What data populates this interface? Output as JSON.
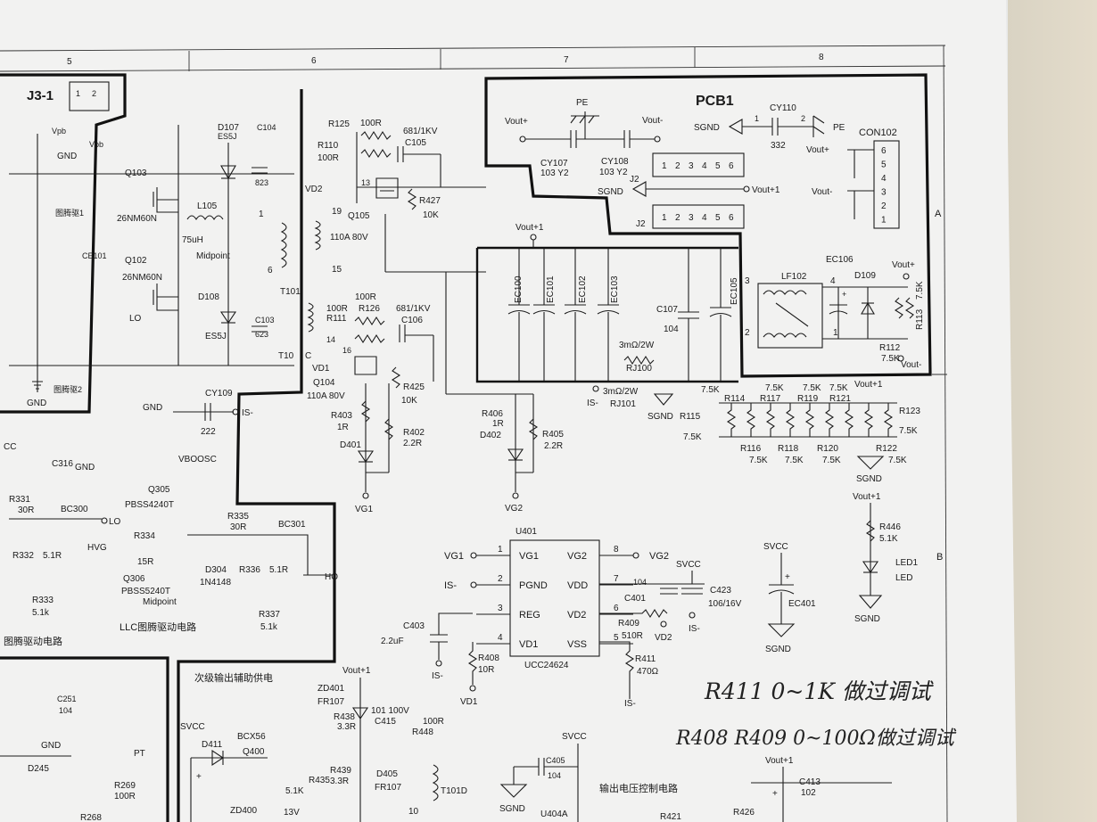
{
  "grid": {
    "columns": [
      "5",
      "6",
      "7",
      "8"
    ],
    "rows": [
      "A",
      "B"
    ]
  },
  "pcb": {
    "title": "PCB1"
  },
  "connectors": {
    "j3": "J3-1",
    "j2_top": "J2",
    "j2_bottom": "J2",
    "con102": "CON102",
    "j2_pins": [
      "1",
      "2",
      "3",
      "4",
      "5",
      "6"
    ],
    "con_pins": [
      "6",
      "5",
      "4",
      "3",
      "2",
      "1"
    ]
  },
  "nets": {
    "vout_plus": "Vout+",
    "vout_minus": "Vout-",
    "vout_plus1": "Vout+1",
    "sgnd": "SGND",
    "pe": "PE",
    "gnd": "GND",
    "svcc": "SVCC",
    "vboosc": "VBOOSC",
    "vg1": "VG1",
    "vg2": "VG2",
    "vd1": "VD1",
    "vd2": "VD2",
    "is_minus": "IS-",
    "hvg": "HVG",
    "lo": "LO",
    "ho": "HO",
    "midpoint": "Midpoint",
    "vpb": "Vpb",
    "t10": "T10",
    "c": "C",
    "ref_vd2": "VD2",
    "pt": "PT"
  },
  "components": {
    "cy107": "CY107",
    "cy107_val": "103 Y2",
    "cy108": "CY108",
    "cy108_val": "103 Y2",
    "cy110": "CY110",
    "cy110_val": "332",
    "r125": "R125",
    "r125_val": "100R",
    "r110": "R110",
    "r110_val": "100R",
    "c105": "C105",
    "c105_val": "681/1KV",
    "r427": "R427",
    "r427_val": "10K",
    "q105": "Q105",
    "q105_val": "110A 80V",
    "q104": "Q104",
    "q104_val": "110A 80V",
    "r111": "R111",
    "r111_val": "100R",
    "r126": "R126",
    "r126_val": "100R",
    "c106": "C106",
    "c106_val": "681/1KV",
    "r425": "R425",
    "r425_val": "10K",
    "r403": "R403",
    "r403_val": "1R",
    "r402": "R402",
    "r402_val": "2.2R",
    "d401": "D401",
    "r406": "R406",
    "r406_val": "1R",
    "r405": "R405",
    "r405_val": "2.2R",
    "d402": "D402",
    "ec100": "EC100",
    "ec101": "EC101",
    "ec102": "EC102",
    "ec103": "EC103",
    "ec105": "EC105",
    "c107": "C107",
    "c107_val": "104",
    "rj100": "RJ100",
    "rj100_val": "3mΩ/2W",
    "rj101": "RJ101",
    "rj101_val": "3mΩ/2W",
    "lf102": "LF102",
    "ec106": "EC106",
    "d109": "D109",
    "r112": "R112",
    "r113": "R113",
    "r_val_75k": "7.5K",
    "r114": "R114",
    "r115": "R115",
    "r116": "R116",
    "r117": "R117",
    "r118": "R118",
    "r119": "R119",
    "r120": "R120",
    "r121": "R121",
    "r122": "R122",
    "r123": "R123",
    "r446": "R446",
    "r446_val": "5.1K",
    "led1": "LED1",
    "led1_val": "LED",
    "u401": "U401",
    "u401_part": "UCC24624",
    "u401_pins_left": [
      {
        "num": "1",
        "name": "VG1",
        "net": "VG1"
      },
      {
        "num": "2",
        "name": "PGND",
        "net": "IS-"
      },
      {
        "num": "3",
        "name": "REG",
        "net": ""
      },
      {
        "num": "4",
        "name": "VD1",
        "net": ""
      }
    ],
    "u401_pins_right": [
      {
        "num": "8",
        "name": "VG2",
        "net": "VG2"
      },
      {
        "num": "7",
        "name": "VDD",
        "net": ""
      },
      {
        "num": "6",
        "name": "VD2",
        "net": ""
      },
      {
        "num": "5",
        "name": "VSS",
        "net": ""
      }
    ],
    "c401": "C401",
    "c401_val": "104",
    "c423": "C423",
    "c423_val": "106/16V",
    "c403": "C403",
    "c403_val": "2.2uF",
    "r408": "R408",
    "r408_val": "10R",
    "r409": "R409",
    "r409_val": "510R",
    "r411": "R411",
    "r411_val": "470Ω",
    "ec401": "EC401",
    "q103": "Q103",
    "q102": "Q102",
    "q_part": "26NM60N",
    "l105": "L105",
    "l105_val": "75uH",
    "d107": "D107",
    "d108": "D108",
    "d_val": "ES5J",
    "c104": "C104",
    "c104_val": "823",
    "c103": "C103",
    "c103_val": "623",
    "t101": "T101",
    "cy109": "CY109",
    "cy109_val": "222",
    "q305": "Q305",
    "q305_part": "PBSS4240T",
    "q306": "Q306",
    "q306_part": "PBSS5240T",
    "r331": "R331",
    "r331_val": "30R",
    "r332": "R332",
    "r332_val": "5.1R",
    "r333": "R333",
    "r333_val": "5.1k",
    "r334": "R334",
    "r334_val": "15R",
    "r335": "R335",
    "r335_val": "30R",
    "r336": "R336",
    "r336_val": "5.1R",
    "r337": "R337",
    "r337_val": "5.1k",
    "bc300": "BC300",
    "bc301": "BC301",
    "d304": "D304",
    "d304_val": "1N4148",
    "zd401": "ZD401",
    "fr107": "FR107",
    "r438": "R438",
    "r438_val": "3.3R",
    "r439": "R439",
    "r439_val": "3.3R",
    "r435": "R435",
    "r435_val": "5.1K",
    "c415": "C415",
    "c415_val": "101 100V",
    "r448": "R448",
    "r448_val": "100R",
    "d405": "D405",
    "d405_val": "FR107",
    "d411": "D411",
    "q400": "Q400",
    "q400_part": "BCX56",
    "zd400": "ZD400",
    "zd400_val": "13V",
    "t101d": "T101D",
    "c405": "C405",
    "c405_val": "104",
    "u404a": "U404A",
    "c251": "C251",
    "c251_val": "104",
    "d245": "D245",
    "r269": "R269",
    "r269_val": "100R",
    "r268": "R268",
    "r421": "R421",
    "r426": "R426",
    "c413": "C413",
    "c413_val": "102"
  },
  "captions": {
    "llc_drive": "LLC图腾驱动电路",
    "drive_circuit": "图腾驱动电路",
    "aux_supply": "次级输出辅助供电",
    "voltage_ctrl": "输出电压控制电路",
    "drive_1": "图腾驱1",
    "drive_2": "图腾驱2"
  },
  "handwriting": {
    "note1": "R411 0~1K 做过调试",
    "note2": "R408 R409 0~100Ω做过调试"
  }
}
